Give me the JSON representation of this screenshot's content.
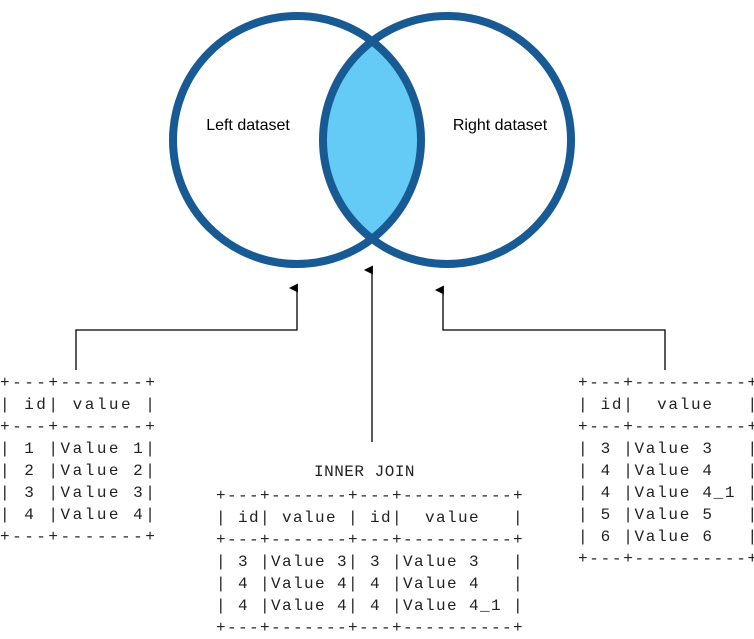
{
  "colors": {
    "circle_stroke": "#175a94",
    "intersection_fill": "#63cbf5",
    "arrow": "#000000"
  },
  "venn": {
    "left_label": "Left dataset",
    "right_label": "Right dataset"
  },
  "left_table": {
    "lines": [
      "+---+-------+",
      "| id| value |",
      "+---+-------+",
      "| 1 |Value 1|",
      "| 2 |Value 2|",
      "| 3 |Value 3|",
      "| 4 |Value 4|",
      "+---+-------+"
    ]
  },
  "right_table": {
    "lines": [
      "+---+----------+",
      "| id|  value   |",
      "+---+----------+",
      "| 3 |Value 3   |",
      "| 4 |Value 4   |",
      "| 4 |Value 4_1 |",
      "| 5 |Value 5   |",
      "| 6 |Value 6   |",
      "+---+----------+"
    ]
  },
  "join_table": {
    "caption": "INNER JOIN",
    "lines": [
      "+---+-------+---+----------+",
      "| id| value | id|  value   |",
      "+---+-------+---+----------+",
      "| 3 |Value 3| 3 |Value 3   |",
      "| 4 |Value 4| 4 |Value 4   |",
      "| 4 |Value 4| 4 |Value 4_1 |",
      "+---+-------+---+----------+"
    ]
  }
}
